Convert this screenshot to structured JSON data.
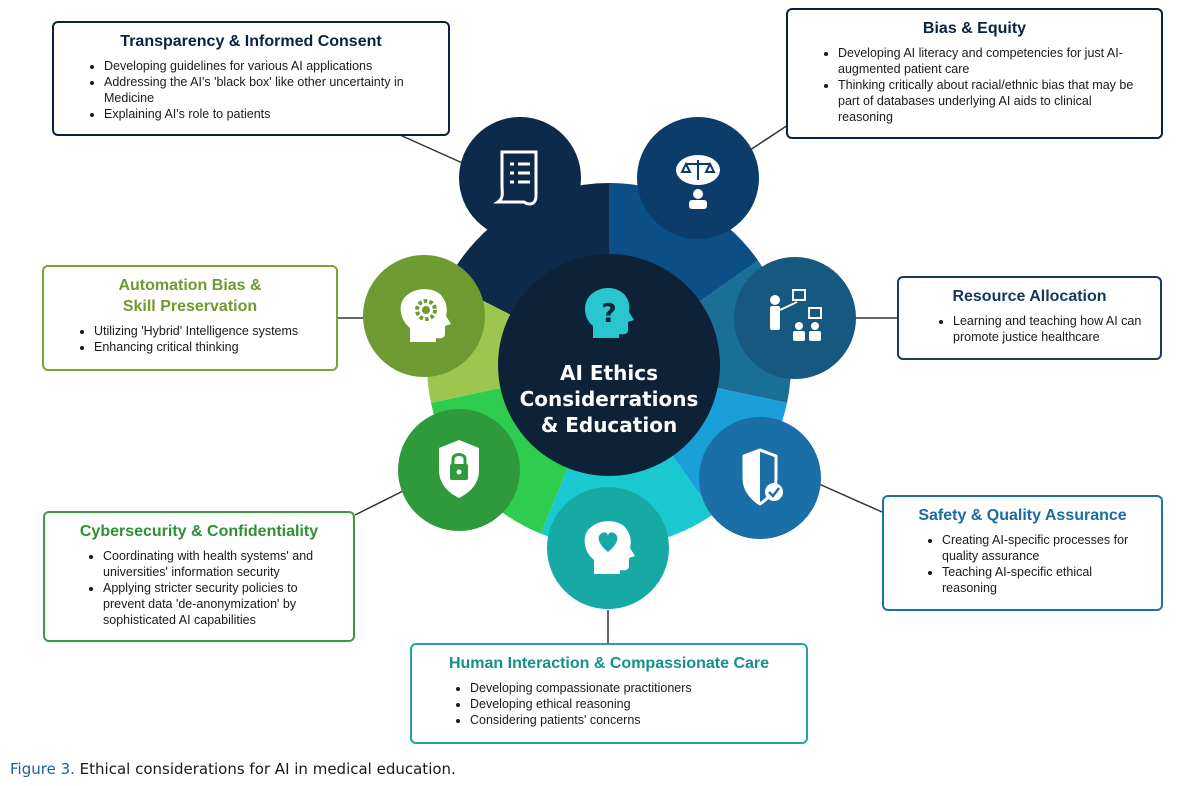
{
  "center": {
    "lines": [
      "AI Ethics",
      "Considerrations",
      "& Education"
    ],
    "icon": "question-head-icon"
  },
  "sections": {
    "transparency": {
      "title": "Transparency & Informed Consent",
      "icon": "document-checklist-icon",
      "bullets": [
        "Developing guidelines for various AI applications",
        "Addressing the AI's 'black box' like other uncertainty in Medicine",
        "Explaining AI's role to patients"
      ]
    },
    "bias": {
      "title": "Bias & Equity",
      "icon": "scales-person-icon",
      "bullets": [
        "Developing AI literacy and competencies for just AI-augmented patient care",
        "Thinking critically about racial/ethnic bias that may be part of databases underlying AI aids to clinical reasoning"
      ]
    },
    "resource": {
      "title": "Resource Allocation",
      "icon": "presenter-board-icon",
      "bullets": [
        "Learning and teaching how AI can promote justice healthcare"
      ]
    },
    "safety": {
      "title": "Safety & Quality Assurance",
      "icon": "shield-check-icon",
      "bullets": [
        "Creating AI-specific processes for quality assurance",
        "Teaching AI-specific ethical reasoning"
      ]
    },
    "human": {
      "title": "Human Interaction & Compassionate Care",
      "icon": "heart-handshake-head-icon",
      "bullets": [
        "Developing compassionate practitioners",
        "Developing ethical reasoning",
        "Considering patients' concerns"
      ]
    },
    "cyber": {
      "title": "Cybersecurity & Confidentiality",
      "icon": "shield-lock-icon",
      "bullets": [
        "Coordinating with health systems' and universities' information security",
        "Applying stricter security policies to prevent data 'de-anonymization' by sophisticated AI capabilities"
      ]
    },
    "automation": {
      "title": "Automation Bias & Skill Preservation",
      "icon": "gear-head-icon",
      "bullets": [
        "Utilizing 'Hybrid' Intelligence systems",
        "Enhancing critical thinking"
      ]
    }
  },
  "colors": {
    "navy": "#0d2a4a",
    "dark_blue": "#0b4f86",
    "steel_blue": "#1a6f97",
    "sky_blue": "#1aa0d8",
    "cyan": "#19c9cf",
    "green": "#2ecc4f",
    "lime": "#9cc64e",
    "center": "#0d2137"
  },
  "caption": {
    "label": "Figure 3.",
    "text": "Ethical considerations for AI in medical education."
  }
}
